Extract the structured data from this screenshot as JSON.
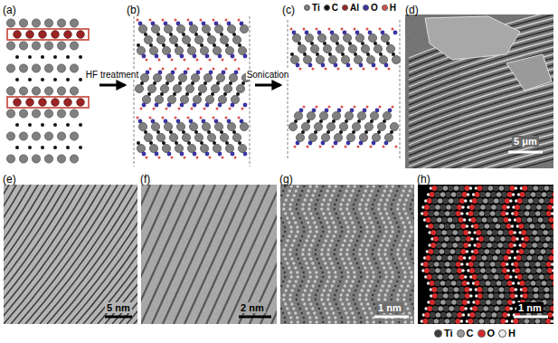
{
  "diagram": {
    "nodes": [
      {
        "text": [
          "(a)"
        ]
      },
      {
        "text": [
          "(b)"
        ]
      },
      {
        "text": [
          "(c)"
        ]
      },
      {
        "text": [
          "(d)"
        ]
      },
      {
        "text": [
          "(e)"
        ]
      },
      {
        "text": [
          "(f)"
        ]
      },
      {
        "text": [
          "(g)"
        ]
      },
      {
        "text": [
          "(h)"
        ]
      }
    ],
    "edges": [
      {
        "from": 0,
        "to": 1,
        "arrow": "to",
        "label": "HF treatment"
      },
      {
        "from": 1,
        "to": 2,
        "arrow": "to",
        "label": "Sonication"
      }
    ],
    "labels": [
      "5 μm",
      "5 nm",
      "2 nm",
      "1 nm",
      "1 nm"
    ],
    "legend": [
      {
        "text": "Ti",
        "color": "#808080"
      },
      {
        "text": "C",
        "color": "#111111"
      },
      {
        "text": "Al",
        "color": "#9b2323"
      },
      {
        "text": "O",
        "color": "#3a35a0"
      },
      {
        "text": "H",
        "color": "#d9534f"
      },
      {
        "text": "Ti",
        "color": "#3c3c3c"
      },
      {
        "text": "C",
        "color": "#9a9a9a"
      },
      {
        "text": "O",
        "color": "#d42a2a"
      },
      {
        "text": "H",
        "color": "#eeeeee"
      }
    ]
  }
}
